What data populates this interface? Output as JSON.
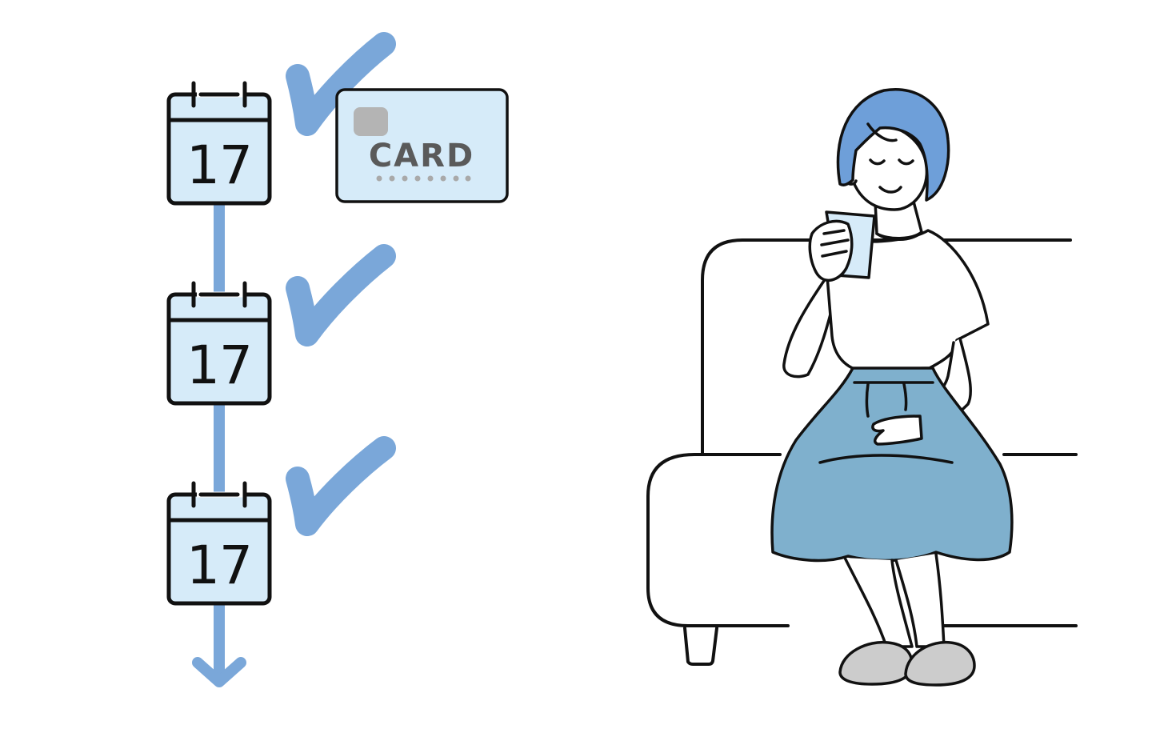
{
  "calendars": [
    {
      "day": "17"
    },
    {
      "day": "17"
    },
    {
      "day": "17"
    }
  ],
  "card": {
    "label": "CARD"
  },
  "colors": {
    "accent_blue": "#7aa7d9",
    "calendar_fill": "#d6ebf9",
    "card_fill": "#d6ebf9",
    "card_chip": "#b4b4b4",
    "hair": "#6e9fd9",
    "skirt": "#7fb0cd",
    "slippers": "#cccccc",
    "outline": "#111111"
  },
  "icons": [
    "calendar-icon",
    "check-icon",
    "credit-card-icon",
    "timeline-arrow-icon"
  ]
}
